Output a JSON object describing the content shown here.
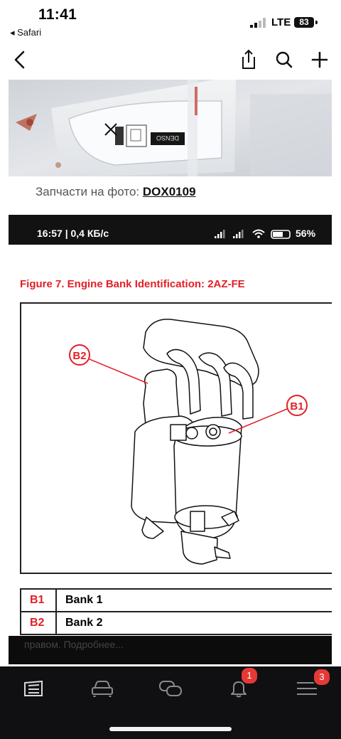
{
  "status_bar": {
    "time": "11:41",
    "back_app": "◂ Safari",
    "carrier": "LTE",
    "battery": "83"
  },
  "toolbar": {
    "back_icon": "chevron-left-icon",
    "share_icon": "share-icon",
    "search_icon": "search-icon",
    "add_icon": "plus-icon"
  },
  "photo": {
    "box_text": "DENSO"
  },
  "parts": {
    "label": "Запчасти на фото:",
    "code": "DOX0109"
  },
  "embedded_screenshot": {
    "status_time": "16:57 | 0,4 КБ/с",
    "status_battery": "56%",
    "figure_title": "Figure 7.  Engine Bank Identification:  2AZ-FE",
    "callouts": [
      "B2",
      "B1"
    ],
    "legend": [
      {
        "code": "B1",
        "label": "Bank 1"
      },
      {
        "code": "B2",
        "label": "Bank 2"
      }
    ],
    "footer_text": "правом. Подробнее..."
  },
  "bottom_nav": {
    "items": [
      {
        "icon": "feed-icon",
        "badge": ""
      },
      {
        "icon": "car-icon",
        "badge": ""
      },
      {
        "icon": "chat-icon",
        "badge": ""
      },
      {
        "icon": "bell-icon",
        "badge": "1"
      },
      {
        "icon": "menu-icon",
        "badge": "3"
      }
    ]
  },
  "colors": {
    "accent_red": "#e21f26",
    "nav_background": "#101012",
    "badge_red": "#e53935"
  }
}
